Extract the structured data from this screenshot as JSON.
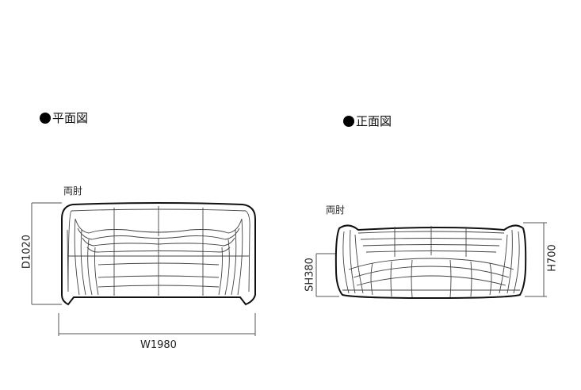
{
  "plan": {
    "heading": "平面図",
    "arm_label": "両肘",
    "depth_label": "D1020",
    "width_label": "W1980"
  },
  "front": {
    "heading": "正面図",
    "arm_label": "両肘",
    "seat_height_label": "SH380",
    "height_label": "H700"
  }
}
